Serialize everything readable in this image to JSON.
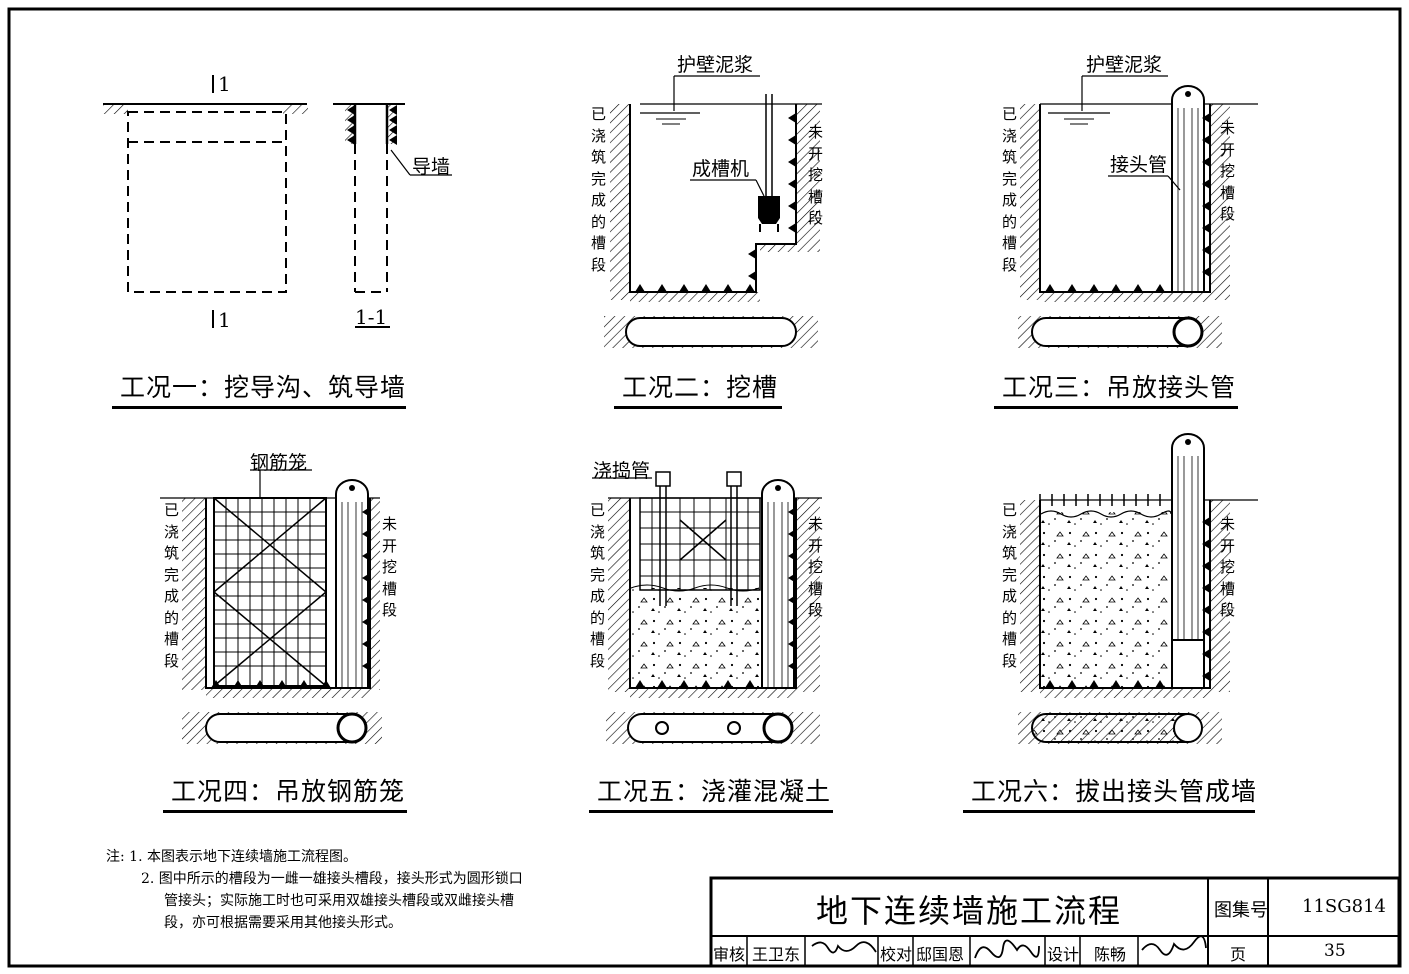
{
  "stages": [
    {
      "title": "工况一：挖导沟、筑导墙",
      "section_mark_top": "1",
      "section_mark_bottom": "1",
      "section_label": "1-1",
      "guide_wall_label": "导墙"
    },
    {
      "title": "工况二：挖槽",
      "slurry_label": "护壁泥浆",
      "machine_label": "成槽机",
      "left_label": "已浇筑完成的槽段",
      "right_label": "未开挖槽段"
    },
    {
      "title": "工况三：吊放接头管",
      "slurry_label": "护壁泥浆",
      "pipe_label": "接头管",
      "left_label": "已浇筑完成的槽段",
      "right_label": "未开挖槽段"
    },
    {
      "title": "工况四：吊放钢筋笼",
      "cage_label": "钢筋笼",
      "left_label": "已浇筑完成的槽段",
      "right_label": "未开挖槽段"
    },
    {
      "title": "工况五：浇灌混凝土",
      "tremie_label": "浇捣管",
      "left_label": "已浇筑完成的槽段",
      "right_label": "未开挖槽段"
    },
    {
      "title": "工况六：拔出接头管成墙",
      "left_label": "已浇筑完成的槽段",
      "right_label": "未开挖槽段"
    }
  ],
  "notes": {
    "prefix": "注:",
    "lines": [
      "1. 本图表示地下连续墙施工流程图。",
      "2. 图中所示的槽段为一雌一雄接头槽段，接头形式为圆形锁口",
      "管接头；实际施工时也可采用双雄接头槽段或双雌接头槽",
      "段，亦可根据需要采用其他接头形式。"
    ]
  },
  "title_block": {
    "drawing_title": "地下连续墙施工流程",
    "atlas_label": "图集号",
    "atlas_no": "11SG814",
    "reviewer_label": "审核",
    "reviewer_name": "王卫东",
    "checker_label": "校对",
    "checker_name": "邸国恩",
    "designer_label": "设计",
    "designer_name": "陈畅",
    "page_label": "页",
    "page_no": "35"
  }
}
